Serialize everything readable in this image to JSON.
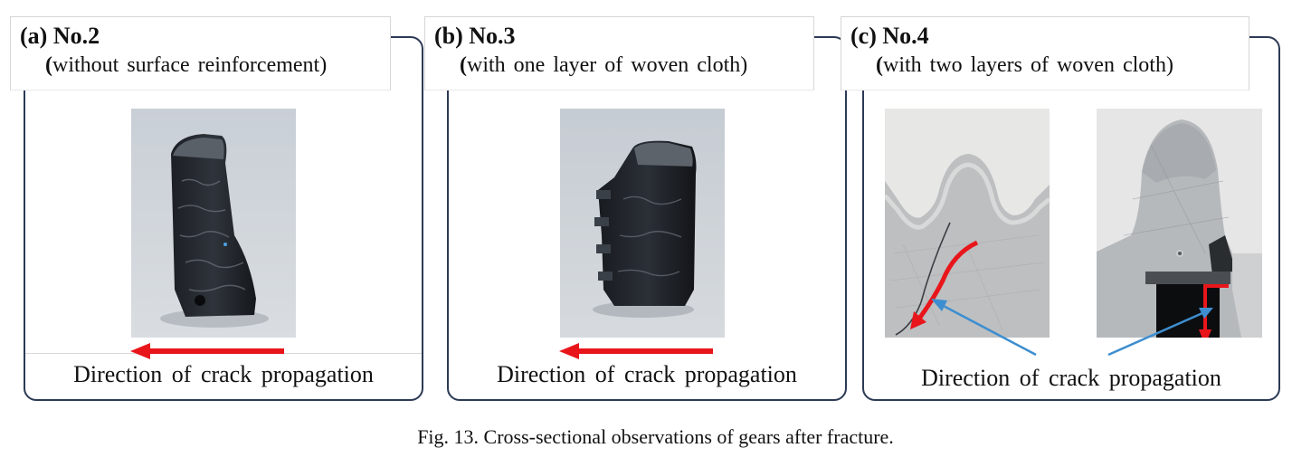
{
  "panels": [
    {
      "title": "(a) No.2",
      "subtitle": "without surface reinforcement)",
      "caption": "Direction of crack propagation"
    },
    {
      "title": "(b) No.3",
      "subtitle": "with one layer of woven cloth)",
      "caption": "Direction of crack propagation"
    },
    {
      "title": "(c) No.4",
      "subtitle": "with two layers of woven cloth)",
      "caption": "Direction of crack propagation"
    }
  ],
  "figure_caption": "Fig. 13. Cross-sectional observations of gears after fracture.",
  "colors": {
    "frame": "#2b3a55",
    "arrow_red": "#e8161b",
    "arrow_blue": "#3d8ed0"
  }
}
